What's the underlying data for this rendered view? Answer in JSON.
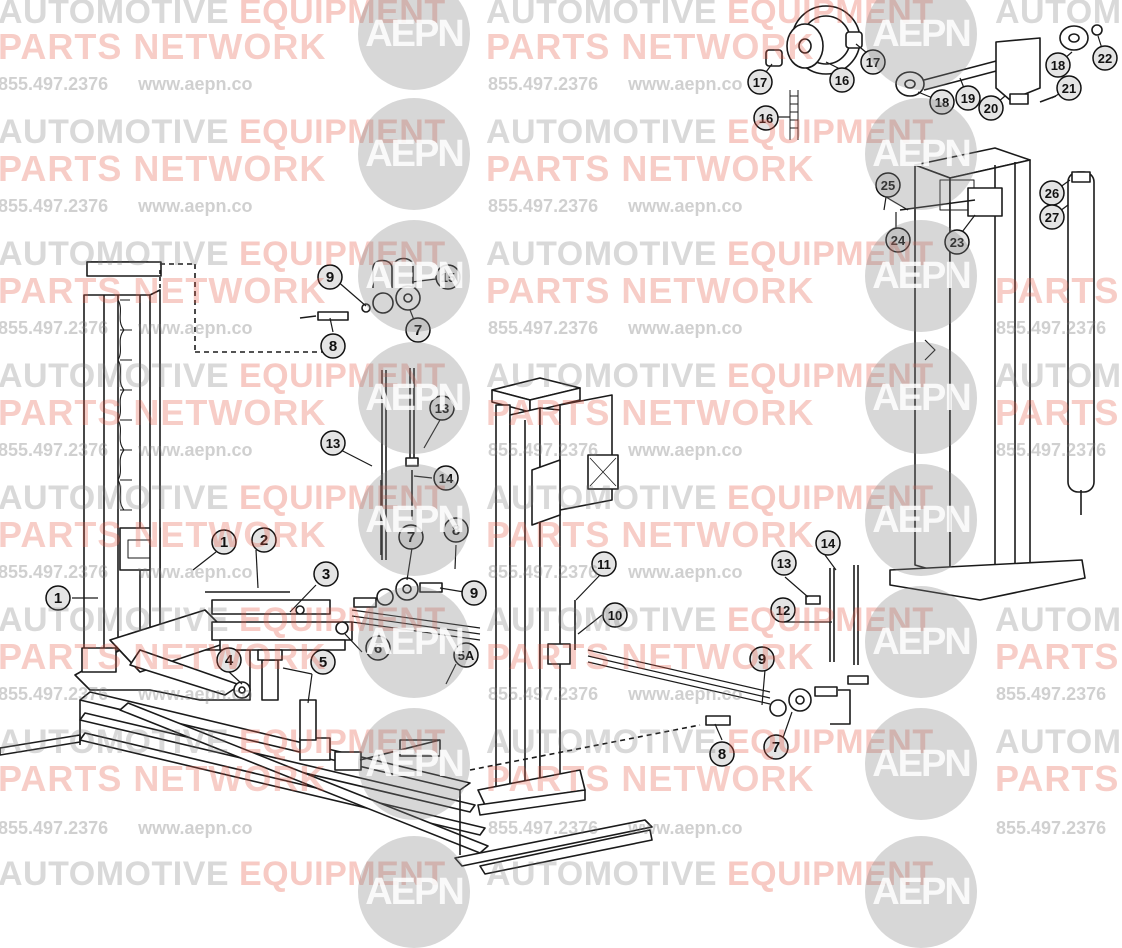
{
  "watermark": {
    "line1_gray": "AUTOMOTIVE",
    "line1_red": "EQUIPMENT",
    "line2": "PARTS NETWORK",
    "phone": "855.497.2376",
    "url": "www.aepn.co",
    "logo": "AEPN"
  },
  "callouts": [
    {
      "label": "1"
    },
    {
      "label": "1"
    },
    {
      "label": "2"
    },
    {
      "label": "3"
    },
    {
      "label": "4"
    },
    {
      "label": "5"
    },
    {
      "label": "5A"
    },
    {
      "label": "6"
    },
    {
      "label": "7"
    },
    {
      "label": "7"
    },
    {
      "label": "7"
    },
    {
      "label": "8"
    },
    {
      "label": "8"
    },
    {
      "label": "8"
    },
    {
      "label": "9"
    },
    {
      "label": "9"
    },
    {
      "label": "9"
    },
    {
      "label": "10"
    },
    {
      "label": "11"
    },
    {
      "label": "12"
    },
    {
      "label": "13"
    },
    {
      "label": "13"
    },
    {
      "label": "13"
    },
    {
      "label": "14"
    },
    {
      "label": "14"
    },
    {
      "label": "15"
    },
    {
      "label": "16"
    },
    {
      "label": "16"
    },
    {
      "label": "17"
    },
    {
      "label": "17"
    },
    {
      "label": "18"
    },
    {
      "label": "18"
    },
    {
      "label": "19"
    },
    {
      "label": "20"
    },
    {
      "label": "21"
    },
    {
      "label": "22"
    },
    {
      "label": "23"
    },
    {
      "label": "24"
    },
    {
      "label": "25"
    },
    {
      "label": "26"
    },
    {
      "label": "27"
    }
  ]
}
